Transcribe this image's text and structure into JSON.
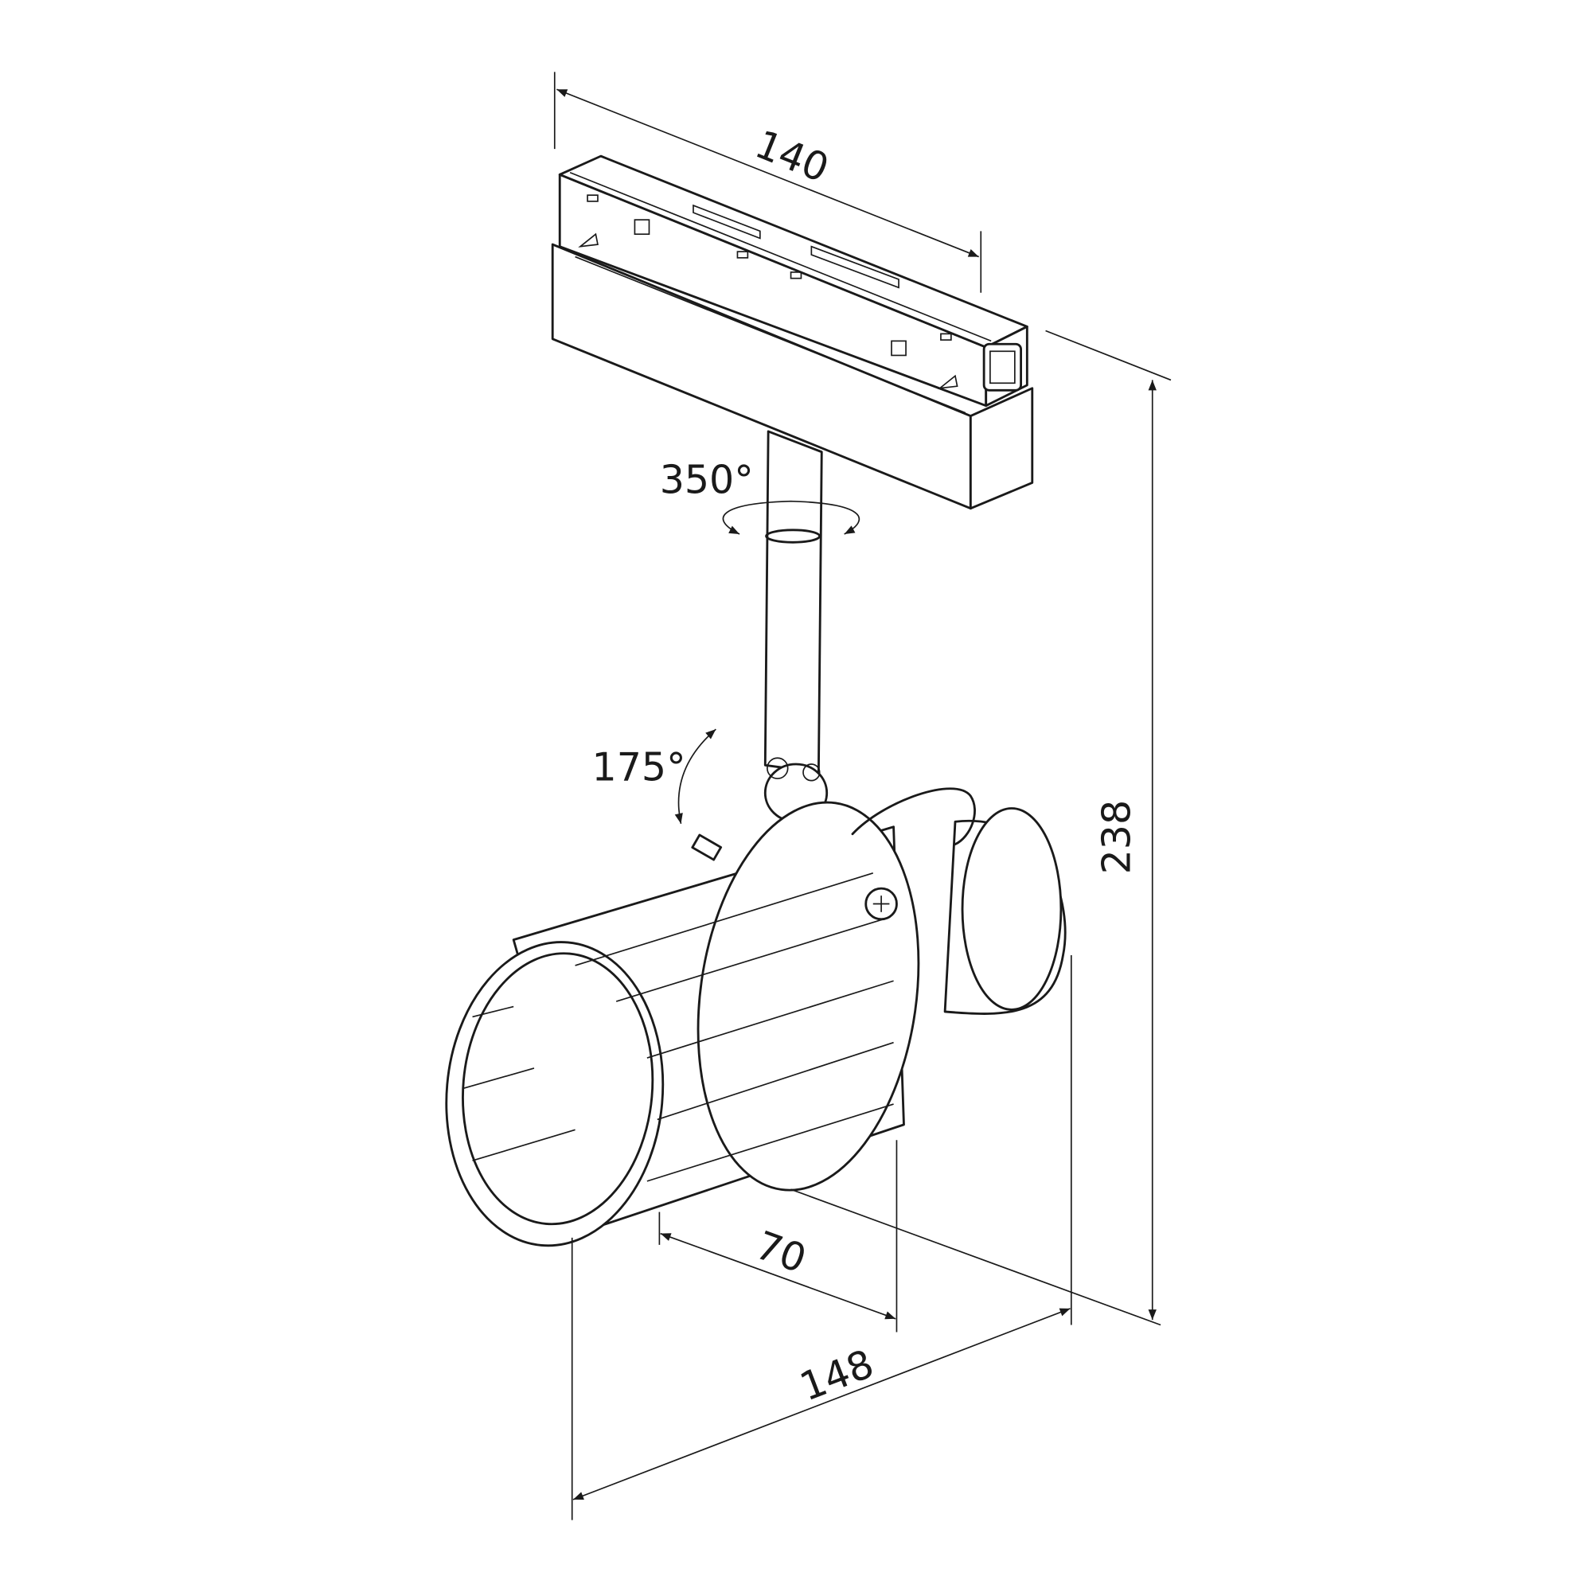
{
  "drawing": {
    "title": "Track spotlight dimensional drawing",
    "dimensions": {
      "track_length": "140",
      "rotation_angle": "350°",
      "tilt_angle": "175°",
      "total_height": "238",
      "lamp_body_length": "70",
      "total_depth": "148"
    },
    "line_color": "#1a1a1a",
    "background": "#ffffff"
  }
}
